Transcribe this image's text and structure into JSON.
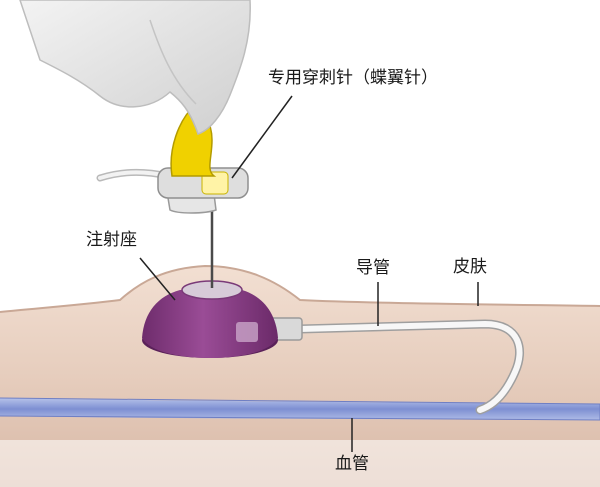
{
  "labels": {
    "needle": "专用穿刺针（蝶翼针）",
    "port": "注射座",
    "catheter": "导管",
    "skin": "皮肤",
    "vessel": "血管"
  },
  "colors": {
    "skin": "#e9d3c4",
    "port": "#8a3f86",
    "needle_wing": "#f2d600",
    "catheter": "#f4f4f4",
    "vessel": "#7f8fd0"
  }
}
